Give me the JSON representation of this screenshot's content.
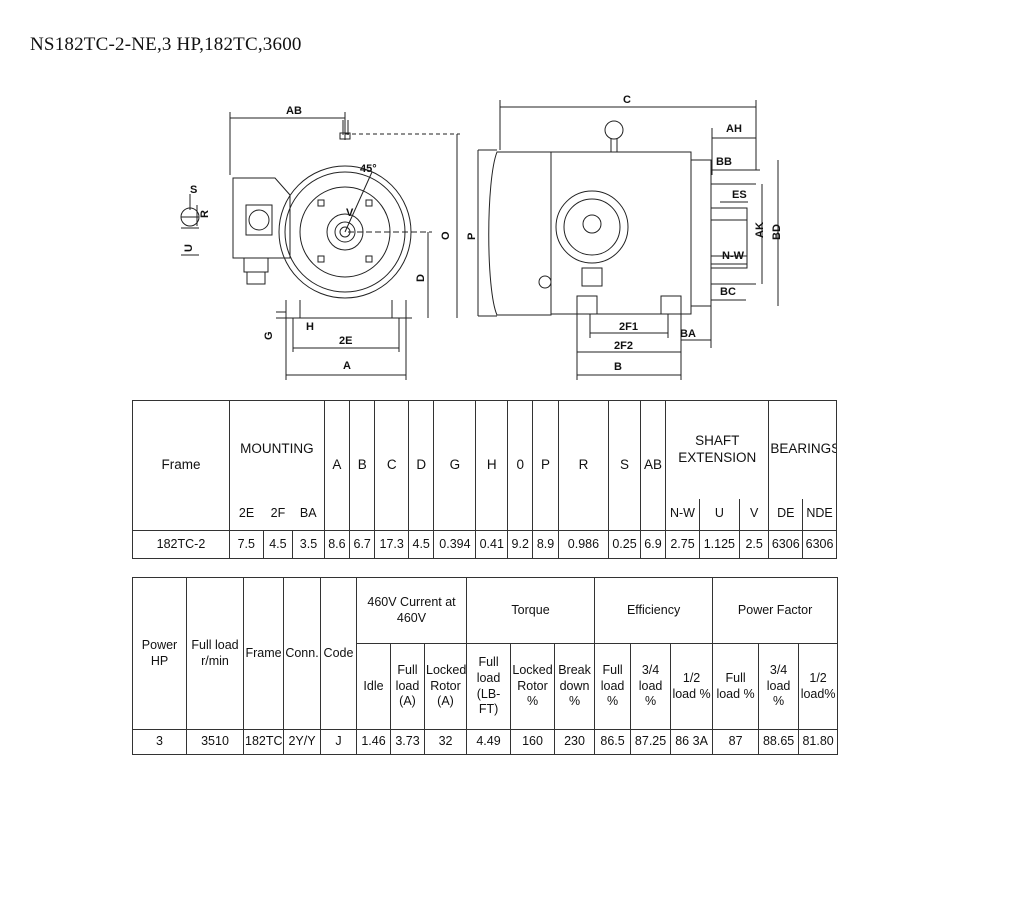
{
  "title": "NS182TC-2-NE,3 HP,182TC,3600",
  "drawing": {
    "front_view_labels": {
      "AB": "AB",
      "S": "S",
      "R": "R",
      "U": "U",
      "angle": "45°",
      "V": "V",
      "O": "O",
      "D": "D",
      "G": "G",
      "H": "H",
      "2E": "2E",
      "A": "A"
    },
    "side_view_labels": {
      "C": "C",
      "AH": "AH",
      "BB": "BB",
      "ES": "ES",
      "AK": "AK",
      "BD": "BD",
      "N-W": "N-W",
      "BC": "BC",
      "P": "P",
      "2F1": "2F1",
      "2F2": "2F2",
      "BA": "BA",
      "B": "B"
    }
  },
  "dimensions_table": {
    "frame_header": "Frame",
    "mounting_header": "MOUNTING",
    "mounting_sub": [
      "2E",
      "2F",
      "BA"
    ],
    "letter_headers": [
      "A",
      "B",
      "C",
      "D",
      "G",
      "H",
      "0",
      "P",
      "R",
      "S",
      "AB"
    ],
    "shaft_header": "SHAFT EXTENSION",
    "shaft_sub": [
      "N-W",
      "U",
      "V"
    ],
    "bearings_header": "BEARINGS",
    "bearings_sub": [
      "DE",
      "NDE"
    ],
    "row": {
      "frame": "182TC-2",
      "mounting": [
        "7.5",
        "4.5",
        "3.5"
      ],
      "letters": [
        "8.6",
        "6.7",
        "17.3",
        "4.5",
        "0.394",
        "0.41",
        "9.2",
        "8.9",
        "0.986",
        "0.25",
        "6.9"
      ],
      "shaft": [
        "2.75",
        "1.125",
        "2.5"
      ],
      "bearings": [
        "6306",
        "6306"
      ]
    }
  },
  "performance_table": {
    "headers": {
      "power": "Power HP",
      "speed": "Full load r/min",
      "frame": "Frame",
      "conn": "Conn.",
      "code": "Code",
      "current": "460V Current at 460V",
      "torque": "Torque",
      "efficiency": "Efficiency",
      "power_factor": "Power Factor"
    },
    "sub_headers": {
      "current": [
        "Idle",
        "Full load (A)",
        "Locked Rotor (A)"
      ],
      "torque": [
        "Full load (LB-FT)",
        "Locked Rotor %",
        "Break down %"
      ],
      "efficiency": [
        "Full load %",
        "3/4 load %",
        "1/2 load %"
      ],
      "power_factor": [
        "Full load %",
        "3/4 load %",
        "1/2 load%"
      ]
    },
    "row": {
      "power": "3",
      "speed": "3510",
      "frame": "182TC",
      "conn": "2Y/Y",
      "code": "J",
      "current": [
        "1.46",
        "3.73",
        "32"
      ],
      "torque": [
        "4.49",
        "160",
        "230"
      ],
      "efficiency": [
        "86.5",
        "87.25",
        "86 3A"
      ],
      "power_factor": [
        "87",
        "88.65",
        "81.80"
      ]
    }
  }
}
